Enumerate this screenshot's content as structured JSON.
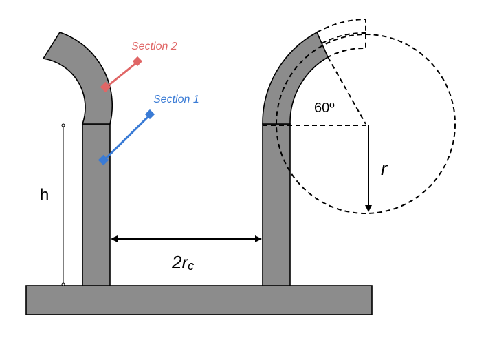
{
  "labels": {
    "section_1": "Section 1",
    "section_2": "Section 2",
    "height": "h",
    "spacing_main": "2r",
    "spacing_sub": "c",
    "angle": "60º",
    "radius": "r"
  },
  "colors": {
    "section_1": "#3a7bd5",
    "section_2": "#e06666",
    "fill": "#8c8c8c",
    "stroke": "#000000"
  }
}
